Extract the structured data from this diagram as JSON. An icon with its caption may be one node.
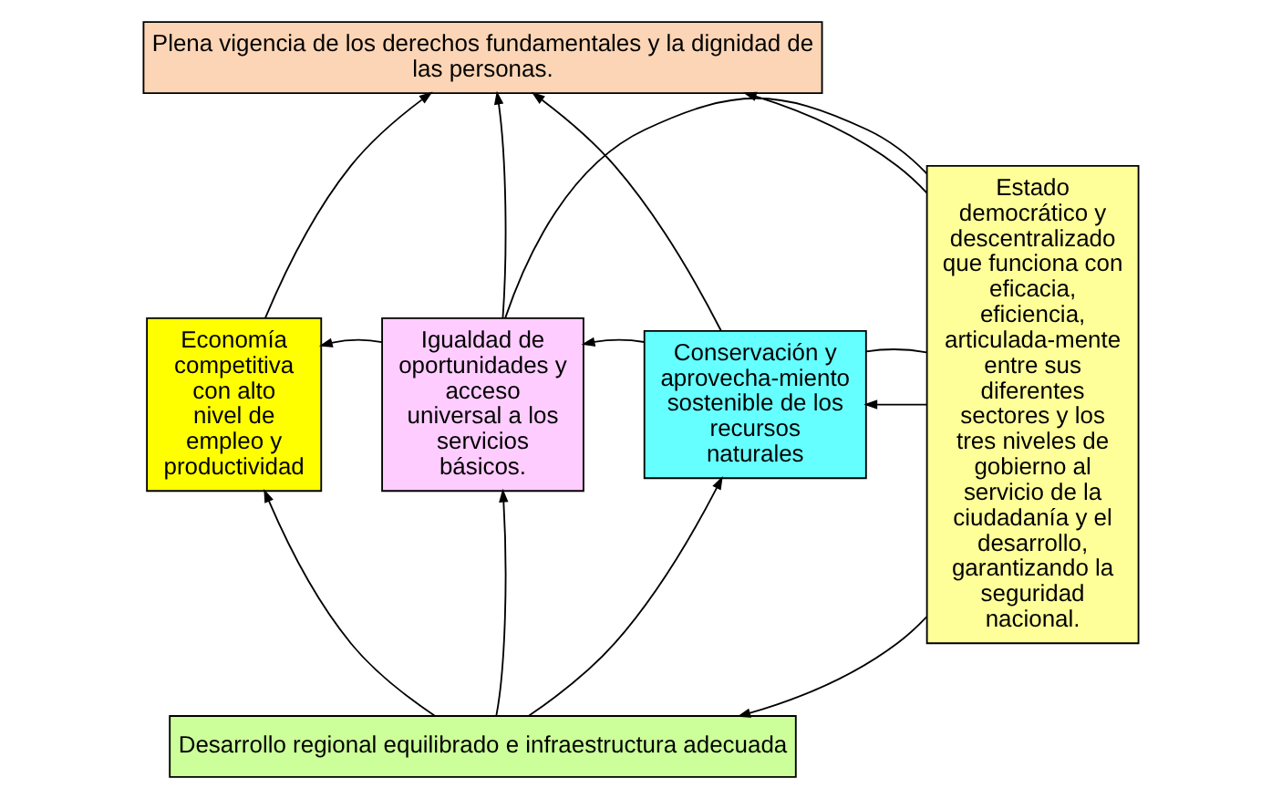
{
  "diagram": {
    "nodes": [
      {
        "text": [
          "Plena vigencia de los derechos fundamentales y la dignidad de las personas."
        ]
      },
      {
        "text": [
          "Economía competitiva con alto nivel de empleo y productividad"
        ]
      },
      {
        "text": [
          "Igualdad de oportunidades y acceso universal a los servicios básicos."
        ]
      },
      {
        "text": [
          "Conservación y aprovecha-miento sostenible de los recursos naturales"
        ]
      },
      {
        "text": [
          "Desarrollo regional equilibrado e infraestructura adecuada"
        ]
      },
      {
        "text": [
          "Estado democrático y descentralizado que funciona con eficacia, eficiencia, articulada-mente entre sus diferentes sectores y los tres niveles de gobierno al servicio de la ciudadanía y el desarrollo, garantizando la seguridad nacional."
        ]
      }
    ],
    "edges": [
      {
        "from": 1,
        "to": 0,
        "arrow": "to"
      },
      {
        "from": 2,
        "to": 0,
        "arrow": "to"
      },
      {
        "from": 3,
        "to": 0,
        "arrow": "to"
      },
      {
        "from": 4,
        "to": 1,
        "arrow": "to"
      },
      {
        "from": 4,
        "to": 2,
        "arrow": "to"
      },
      {
        "from": 4,
        "to": 3,
        "arrow": "to"
      },
      {
        "from": 5,
        "to": 0,
        "arrow": "to"
      },
      {
        "from": 5,
        "to": 3,
        "arrow": "to"
      },
      {
        "from": 5,
        "to": 3,
        "arrow": "none"
      },
      {
        "from": 5,
        "to": 2,
        "arrow": "none"
      },
      {
        "from": 5,
        "to": 4,
        "arrow": "to"
      },
      {
        "from": 3,
        "to": 2,
        "arrow": "to"
      },
      {
        "from": 2,
        "to": 1,
        "arrow": "to"
      }
    ]
  }
}
